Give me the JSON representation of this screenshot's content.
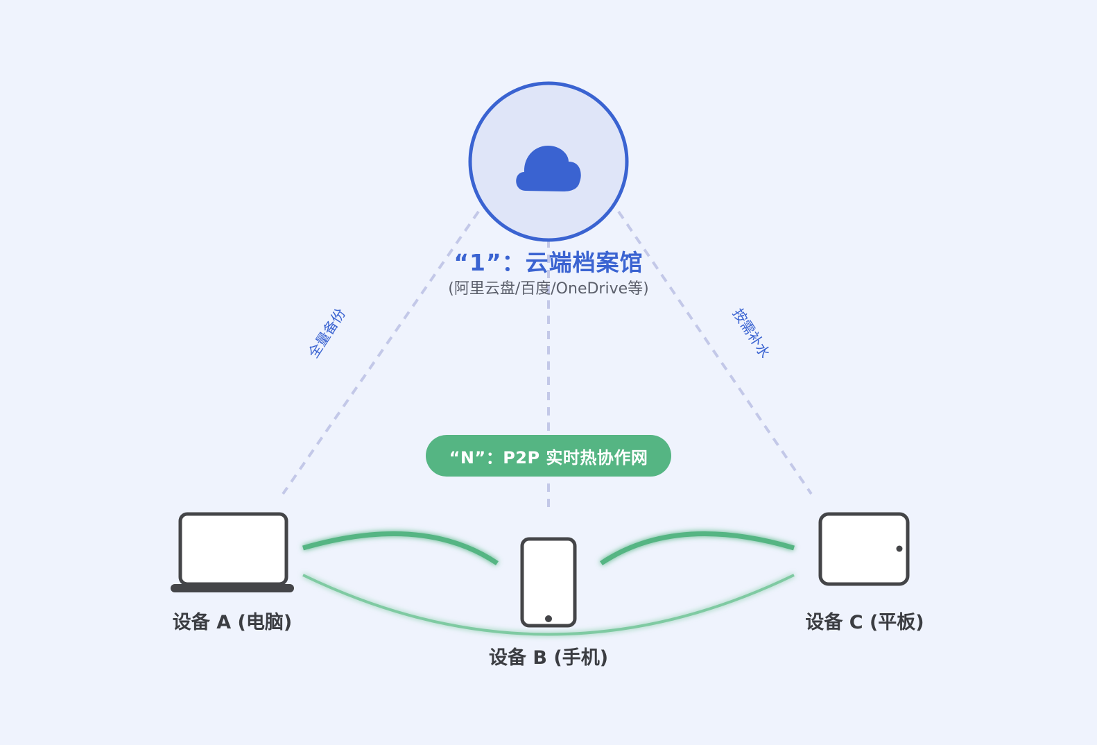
{
  "colors": {
    "background": "#eff3fd",
    "cloud_primary": "#3a63d1",
    "cloud_fill": "#dfe5f8",
    "dashed_line": "#c3c8e8",
    "p2p_green": "#55b583",
    "p2p_green_light": "#7fcaa2",
    "device_stroke": "#444548",
    "device_fill": "#ffffff",
    "device_label": "#3b3d42",
    "subtitle_gray": "#5b5f6b"
  },
  "cloud": {
    "icon": "cloud-icon",
    "title": "“1”：云端档案馆",
    "subtitle": "(阿里云盘/百度/OneDrive等)"
  },
  "edges": {
    "left_label": "全量备份",
    "right_label": "按需补水"
  },
  "p2p": {
    "label": "“N”：P2P 实时热协作网"
  },
  "devices": [
    {
      "id": "A",
      "icon": "laptop-icon",
      "label": "设备 A (电脑)"
    },
    {
      "id": "B",
      "icon": "phone-icon",
      "label": "设备 B (手机)"
    },
    {
      "id": "C",
      "icon": "tablet-icon",
      "label": "设备 C (平板)"
    }
  ]
}
